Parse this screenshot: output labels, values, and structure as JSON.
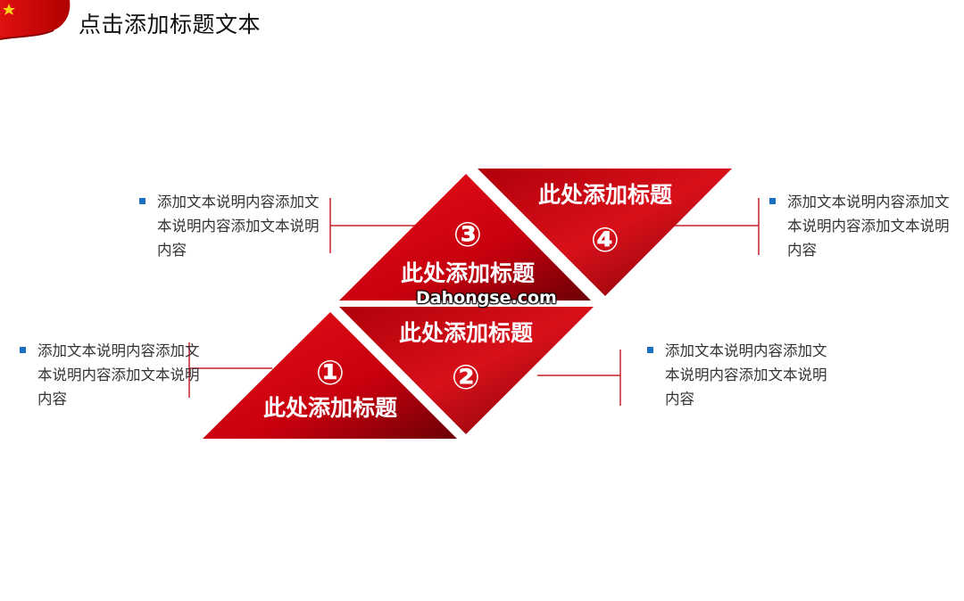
{
  "header": {
    "title": "点击添加标题文本"
  },
  "colors": {
    "accent": "#c8000e",
    "dark_red": "#7a0006",
    "bullet": "#1a6fc0",
    "text": "#333333"
  },
  "steps": [
    {
      "number": "①",
      "title": "此处添加标题"
    },
    {
      "number": "②",
      "title": "此处添加标题"
    },
    {
      "number": "③",
      "title": "此处添加标题"
    },
    {
      "number": "④",
      "title": "此处添加标题"
    }
  ],
  "notes": [
    {
      "text": "添加文本说明内容添加文本说明内容添加文本说明内容"
    },
    {
      "text": "添加文本说明内容添加文本说明内容添加文本说明内容"
    },
    {
      "text": "添加文本说明内容添加文本说明内容添加文本说明内容"
    },
    {
      "text": "添加文本说明内容添加文本说明内容添加文本说明内容"
    }
  ],
  "watermark": "Dahongse.com"
}
